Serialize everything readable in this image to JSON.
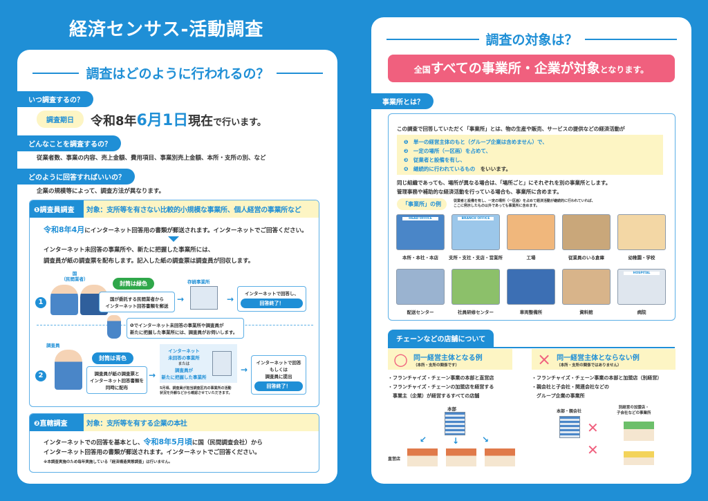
{
  "title": "経済センサス‐活動調査",
  "left": {
    "heading": "調査はどのように行われるの？",
    "q1": "いつ調査するの？",
    "period_label": "調査期日",
    "date_pre": "令和8年",
    "date_month": "6月",
    "date_day": "1日",
    "date_post": "現在",
    "date_suffix": "で行います。",
    "q2": "どんなことを調査するの？",
    "a2": "従業者数、事業の内容、売上金額、費用項目、事業別売上金額、本所・支所の別、など",
    "q3": "どのように回答すればいいの？",
    "a3": "企業の規模等によって、調査方法が異なります。",
    "m1": {
      "label": "❶調査員調査",
      "target": "対象：支所等を有さない比較的小規模な事業所、個人経営の事業所など",
      "line1_em": "令和8年4月",
      "line1": "にインターネット回答用の書類が郵送されます。インターネットでご回答ください。",
      "line2": "インターネット未回答の事業所や、新たに把握した事業所には、",
      "line3": "調査員が紙の調査票を配布します。記入した紙の調査票は調査員が回収します。",
      "step1": {
        "num": "1",
        "actor": "国\n（民間業者）",
        "envelope": "封筒は緑色",
        "box": "国が委託する民間業者から\nインターネット回答書類を郵送",
        "dest": "存続事業所",
        "result": "インターネットで回答し、",
        "done": "回答終了！"
      },
      "note": "❶でインターネット未回答の事業所や調査員が\n新たに把握した事業所には、調査員がお伺いします。",
      "step2": {
        "num": "2",
        "actor": "調査員",
        "envelope": "封筒は青色",
        "box": "調査員が紙の調査票と\nインターネット回答書類を\n同時に配布",
        "dest1": "インターネット\n未回答の事業所",
        "or": "または",
        "dest2": "調査員が\n新たに把握した事業所",
        "dest_note": "5月頃、調査員が担当調査区内の事業所の活動\n状況を外観などから確認させていただきます。",
        "result": "インターネットで回答\nもしくは\n調査員に提出",
        "done": "回答終了！"
      }
    },
    "m2": {
      "label": "❷直轄調査",
      "target": "対象：支所等を有する企業の本社",
      "line1_pre": "インターネットでの回答を基本とし、",
      "line1_em": "令和8年5月頃",
      "line1_post": "に国（民間調査会社）から",
      "line2": "インターネット回答用の書類が郵送されます。インターネットでご回答ください。",
      "note": "※本調査実施のため毎年実施している「経済構造実態調査」は行いません。"
    }
  },
  "right": {
    "heading": "調査の対象は？",
    "banner_small1": "全国",
    "banner_big": "すべての事業所・企業が対象",
    "banner_small2": "となります。",
    "what": "事業所とは？",
    "intro": "この調査で回答していただく「事業所」とは、物の生産や販売、サービスの提供などの経済活動が",
    "conditions": [
      "単一の経営主体のもと（グループ企業は含めません）で、",
      "一定の場所（一区画）を占めて、",
      "従業者と設備を有し、",
      "継続的に行われているもの"
    ],
    "conditions_suffix": "をいいます。",
    "para1": "同じ組織であっても、場所が異なる場合は、「場所ごと」にそれぞれを別の事業所とします。",
    "para2": "管理事務や補助的な経済活動を行っている場合も、事業所に含めます。",
    "example_label": "「事業所」の例",
    "example_note": "従業者と設備を有し、一定の場所（一区画）を占めて経済活動が継続的に行われていれば、\nここに例示したもの以外であっても事業所に含めます。",
    "examples": [
      {
        "label": "本所・本社・本店",
        "sign": "HEAD OFFICE",
        "color": "#4a86c8"
      },
      {
        "label": "支所・支社・支店・営業所",
        "sign": "BRANCH OFFICE",
        "color": "#9cc7ea"
      },
      {
        "label": "工場",
        "sign": "",
        "color": "#f0b77c"
      },
      {
        "label": "従業員のいる倉庫",
        "sign": "",
        "color": "#c9a77a"
      },
      {
        "label": "幼稚園・学校",
        "sign": "",
        "color": "#f3d7a5"
      },
      {
        "label": "配送センター",
        "sign": "",
        "color": "#9ab3d0"
      },
      {
        "label": "社員研修センター",
        "sign": "",
        "color": "#8cc06a"
      },
      {
        "label": "車両整備所",
        "sign": "",
        "color": "#3c6fb4"
      },
      {
        "label": "資料館",
        "sign": "",
        "color": "#d8b48a"
      },
      {
        "label": "病院",
        "sign": "HOSPITAL",
        "color": "#dfe6ee"
      }
    ],
    "chain_heading": "チェーンなどの店舗について",
    "yes": {
      "mark": "○",
      "title": "同一経営主体となる例",
      "sub": "（本所・支所の関係です）",
      "items": [
        "・フランチャイズ・チェーン事業の本部と直営店",
        "・フランチャイズ・チェーンの加盟店を経営する\n　事業主（企業）が経営するすべての店舗"
      ],
      "hq": "本部",
      "stores": "直営店"
    },
    "no": {
      "mark": "×",
      "title": "同一経営主体とならない例",
      "sub": "（本所・支所の関係ではありません）",
      "items": [
        "・フランチャイズ・チェーン事業の本部と加盟店（別経営）",
        "・親会社と子会社・関連会社などの\n　グループ企業の事業所"
      ],
      "hq": "本部・親会社",
      "other": "別経営の加盟店・\n子会社などの事業所"
    }
  },
  "colors": {
    "brand": "#1f8fd6",
    "highlight": "#fdf5c4",
    "banner": "#f0607e",
    "green": "#2fa74a"
  }
}
